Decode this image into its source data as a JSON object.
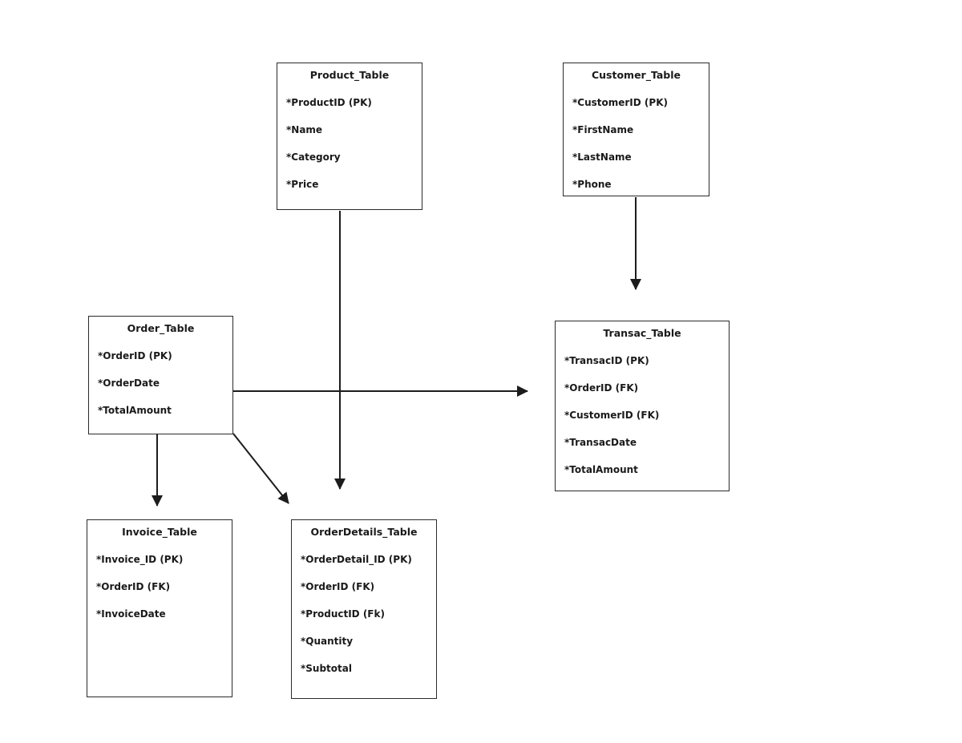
{
  "diagram_type": "entity-relationship-diagram",
  "colors": {
    "background": "#ffffff",
    "box_border": "#2a2a2a",
    "line": "#1c1c1c",
    "text": "#1a1a1a"
  },
  "tables": {
    "product": {
      "name": "Product_Table",
      "fields": [
        "*ProductID (PK)",
        "*Name",
        "*Category",
        "*Price"
      ]
    },
    "customer": {
      "name": "Customer_Table",
      "fields": [
        "*CustomerID (PK)",
        "*FirstName",
        "*LastName",
        "*Phone"
      ]
    },
    "order": {
      "name": "Order_Table",
      "fields": [
        "*OrderID (PK)",
        "*OrderDate",
        "*TotalAmount"
      ]
    },
    "transac": {
      "name": "Transac_Table",
      "fields": [
        "*TransacID (PK)",
        "*OrderID (FK)",
        "*CustomerID (FK)",
        "*TransacDate",
        "*TotalAmount"
      ]
    },
    "invoice": {
      "name": "Invoice_Table",
      "fields": [
        "*Invoice_ID (PK)",
        "*OrderID (FK)",
        "*InvoiceDate"
      ]
    },
    "order_details": {
      "name": "OrderDetails_Table",
      "fields": [
        "*OrderDetail_ID (PK)",
        "*OrderID (FK)",
        "*ProductID (Fk)",
        "*Quantity",
        "*Subtotal"
      ]
    }
  },
  "relations": [
    {
      "from": "Product_Table",
      "to": "OrderDetails_Table",
      "style": "arrow-down"
    },
    {
      "from": "Customer_Table",
      "to": "Transac_Table",
      "style": "arrow-down"
    },
    {
      "from": "Order_Table",
      "to": "Transac_Table",
      "style": "arrow-right"
    },
    {
      "from": "Order_Table",
      "to": "Invoice_Table",
      "style": "arrow-down"
    },
    {
      "from": "Order_Table",
      "to": "OrderDetails_Table",
      "style": "arrow-diagonal"
    }
  ]
}
